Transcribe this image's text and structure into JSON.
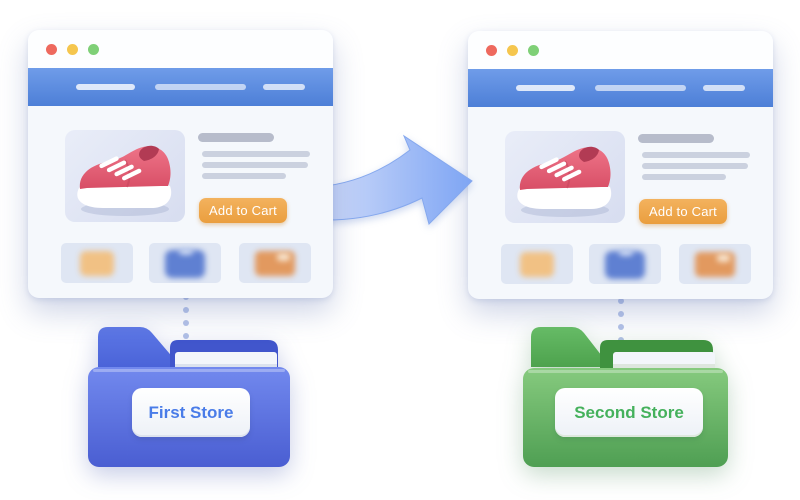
{
  "scene": {
    "description": "Illustration of duplicating a shoe-store product page from a first store to a second store",
    "background_color": "#ffffff"
  },
  "windows": [
    {
      "name": "first-store-browser-window",
      "traffic_light_colors": [
        "#ee695e",
        "#f5c64e",
        "#7fd077"
      ],
      "navbar_color": "#5b8ce0",
      "nav_item_count": 3,
      "product_image": "red-sneaker-photo",
      "add_to_cart_label": "Add to Cart",
      "add_to_cart_color": "#f0a74d",
      "thumbnail_count": 3
    },
    {
      "name": "second-store-browser-window",
      "traffic_light_colors": [
        "#ee695e",
        "#f5c64e",
        "#7fd077"
      ],
      "navbar_color": "#5b8ce0",
      "nav_item_count": 3,
      "product_image": "red-sneaker-photo",
      "add_to_cart_label": "Add to Cart",
      "add_to_cart_color": "#f0a74d",
      "thumbnail_count": 3
    }
  ],
  "arrow": {
    "direction": "right",
    "color_start": "#ccd9f9",
    "color_end": "#7ea5f4"
  },
  "folders": [
    {
      "label": "First Store",
      "folder_color": "#5a6fe0",
      "label_text_color": "#4a7ce8"
    },
    {
      "label": "Second Store",
      "folder_color": "#62b864",
      "label_text_color": "#45b15c"
    }
  ]
}
